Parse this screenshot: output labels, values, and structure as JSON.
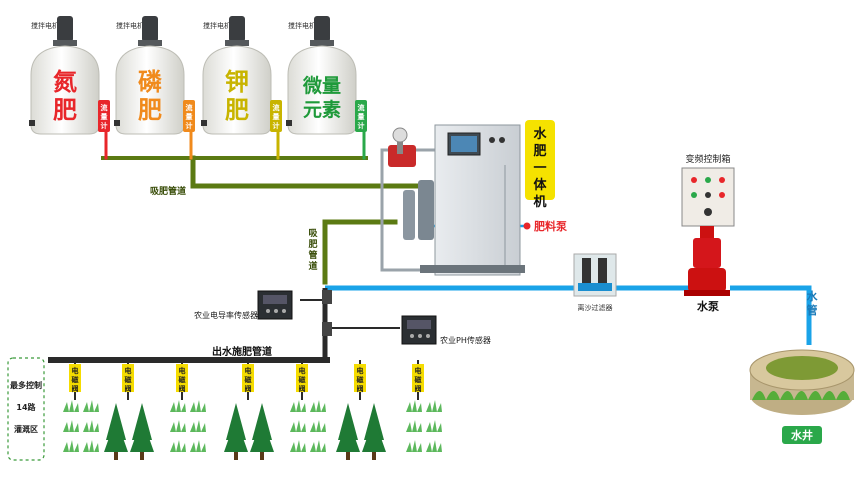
{
  "motor_label": "搅拌电机",
  "tanks": [
    {
      "name": "氮肥",
      "color": "#e8262a",
      "meter": "流量计",
      "meter_color": "#e8262a"
    },
    {
      "name": "磷肥",
      "color": "#f08a1c",
      "meter": "流量计",
      "meter_color": "#f08a1c"
    },
    {
      "name": "钾肥",
      "color": "#c8b400",
      "meter": "流量计",
      "meter_color": "#c8b400"
    },
    {
      "name": "微量元素",
      "color": "#1f9a3a",
      "meter": "流量计",
      "meter_color": "#2aa84a"
    }
  ],
  "suction_main_label": "吸肥管道",
  "suction_vertical_label": "吸肥管道",
  "machine_label": "水肥一体机",
  "fertilizer_pump_label": "肥料泵",
  "control_box_label": "变频控制箱",
  "water_pump_label": "水泵",
  "water_pipe_label": "水管",
  "filter_label": "离沙过滤器",
  "well_label": "水井",
  "ec_sensor_label": "农业电导率传感器",
  "ph_sensor_label": "农业PH传感器",
  "outlet_pipe_label": "出水施肥管道",
  "zone_label": "最多控制14路灌溉区",
  "valve_label": "电磁阀",
  "valve_count": 7,
  "colors": {
    "dark_pipe": "#2a2a2a",
    "green_pipe": "#5b7a12",
    "water_pipe": "#1aa3e8",
    "valve_tag": "#f5dc00",
    "tree": "#1f7a35",
    "grass": "#5cb85c"
  }
}
